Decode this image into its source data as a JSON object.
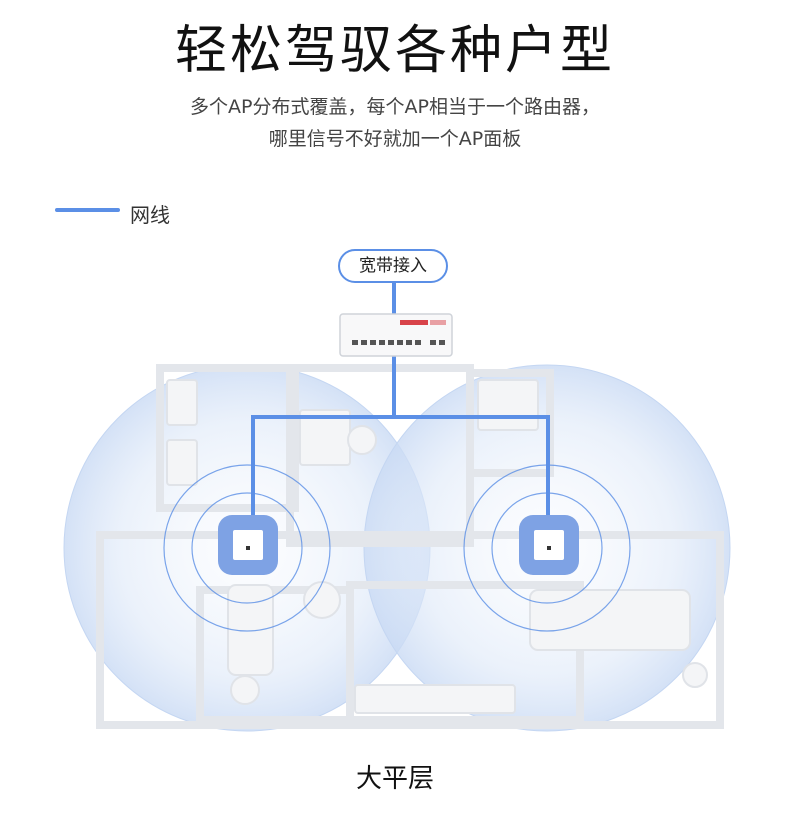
{
  "title": "轻松驾驭各种户型",
  "subtitle_line1": "多个AP分布式覆盖，每个AP相当于一个路由器，",
  "subtitle_line2": "哪里信号不好就加一个AP面板",
  "legend": {
    "label": "网线",
    "color": "#5b8fe6"
  },
  "broadband_label": "宽带接入",
  "floor_label": "大平层",
  "colors": {
    "cable": "#5b8fe6",
    "coverage": "#dbe7f7",
    "ap_panel": "#7ea2e4",
    "wall": "#e6e9ee"
  }
}
